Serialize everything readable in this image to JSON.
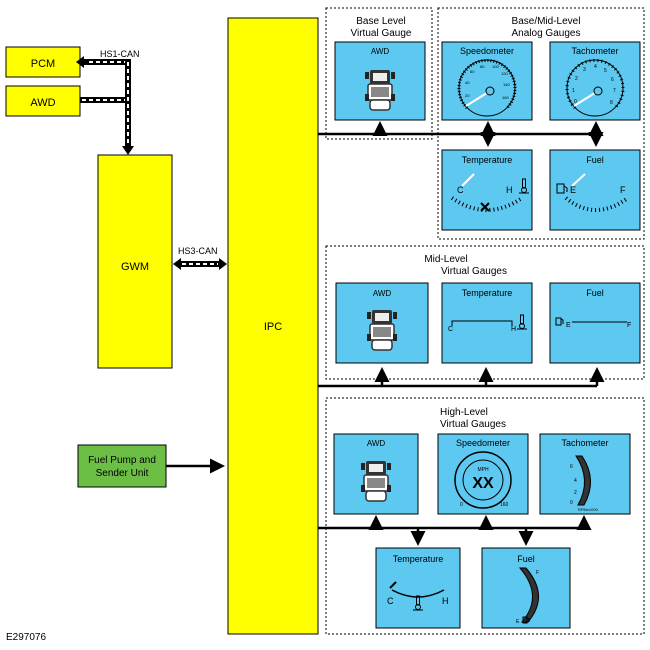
{
  "modules": {
    "pcm": "PCM",
    "awd": "AWD",
    "gwm": "GWM",
    "ipc": "IPC",
    "fuel_pump_line1": "Fuel Pump and",
    "fuel_pump_line2": "Sender Unit"
  },
  "buses": {
    "hs1": "HS1-CAN",
    "hs3": "HS3-CAN"
  },
  "groups": {
    "base_virtual": {
      "line1": "Base Level",
      "line2": "Virtual Gauge"
    },
    "analog": {
      "line1": "Base/Mid-Level",
      "line2": "Analog Gauges"
    },
    "mid": {
      "line1": "Mid-Level",
      "line2": "Virtual Gauges"
    },
    "high": {
      "line1": "High-Level",
      "line2": "Virtual Gauges"
    }
  },
  "gauges": {
    "awd": "AWD",
    "speedometer": "Speedometer",
    "tachometer": "Tachometer",
    "temperature": "Temperature",
    "fuel": "Fuel"
  },
  "gauge_marks": {
    "cold": "C",
    "hot": "H",
    "empty": "E",
    "full": "F",
    "mph": "MPH",
    "xx": "XX",
    "zero": "0",
    "max_speed": "160",
    "rpm_unit": "RPMx1000",
    "tach_ticks": [
      "0",
      "2",
      "4",
      "6"
    ],
    "speed_ticks": [
      "20",
      "40",
      "60",
      "80",
      "100",
      "120",
      "140",
      "160"
    ],
    "tach_dial_ticks": [
      "0",
      "1",
      "2",
      "3",
      "4",
      "5",
      "6",
      "7",
      "8"
    ]
  },
  "figure_id": "E297076",
  "colors": {
    "module_yellow": "#FFFF00",
    "gauge_blue": "#5DC8F0",
    "sensor_green": "#6DBE45"
  }
}
